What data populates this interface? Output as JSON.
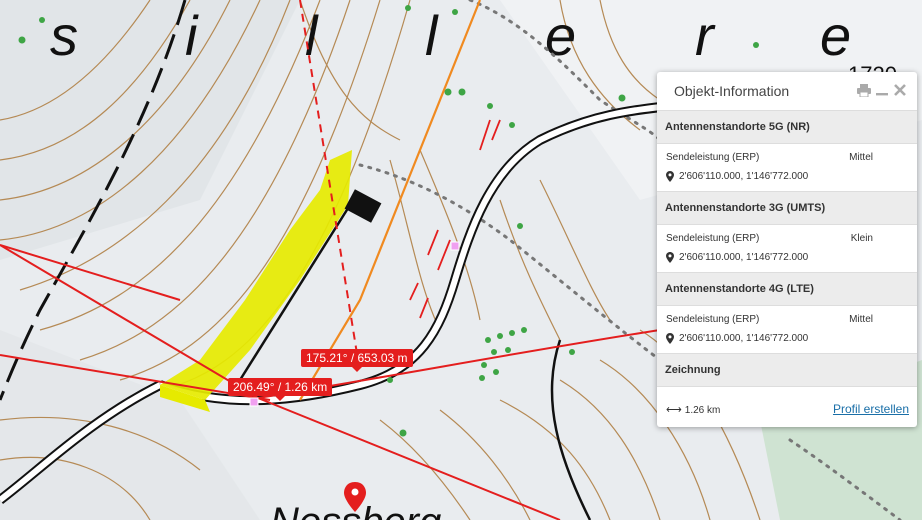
{
  "map": {
    "background_letters": [
      "s",
      "i",
      "l",
      "l",
      "e",
      "r",
      "e"
    ],
    "elevation_partial": "1720",
    "place_label": "Nessberg",
    "measurements": [
      {
        "label": "175.21° / 653.03 m"
      },
      {
        "label": "206.49° / 1.26 km"
      }
    ],
    "colors": {
      "measure_red": "#e41e1e",
      "contour_brown": "#b58a55",
      "highlight_yellow": "#e6ea00",
      "orange_line": "#f08a20",
      "poi_magenta": "#e040d0",
      "tree_green": "#3ea545"
    }
  },
  "panel": {
    "title": "Objekt-Information",
    "tools": [
      "print-icon",
      "minimize-icon",
      "close-icon"
    ],
    "sections": [
      {
        "title": "Antennenstandorte 5G (NR)",
        "label": "Sendeleistung (ERP)",
        "value": "Mittel",
        "coords": "2'606'110.000, 1'146'772.000"
      },
      {
        "title": "Antennenstandorte 3G (UMTS)",
        "label": "Sendeleistung (ERP)",
        "value": "Klein",
        "coords": "2'606'110.000, 1'146'772.000"
      },
      {
        "title": "Antennenstandorte 4G (LTE)",
        "label": "Sendeleistung (ERP)",
        "value": "Mittel",
        "coords": "2'606'110.000, 1'146'772.000"
      }
    ],
    "drawing": {
      "title": "Zeichnung",
      "length": "1.26 km",
      "profile_link": "Profil erstellen"
    }
  }
}
